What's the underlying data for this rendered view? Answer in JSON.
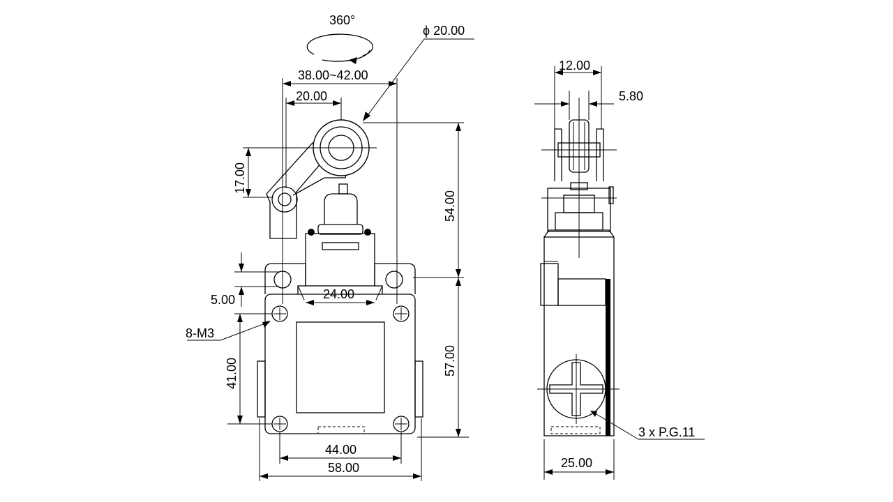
{
  "dimensions": {
    "rotation": "360°",
    "roller_diameter": "ϕ 20.00",
    "lever_length": "38.00~42.00",
    "roller_offset": "20.00",
    "lever_height": "17.00",
    "actuator_height": "54.00",
    "slot": "5.00",
    "plunger_width": "24.00",
    "screws": "8-M3",
    "body_height": "57.00",
    "screw_pitch_vertical": "41.00",
    "screw_pitch_horizontal": "44.00",
    "body_width": "58.00",
    "side_roller_width": "12.00",
    "side_roller_thickness": "5.80",
    "conduit": "3 x P.G.11",
    "side_depth": "25.00"
  }
}
